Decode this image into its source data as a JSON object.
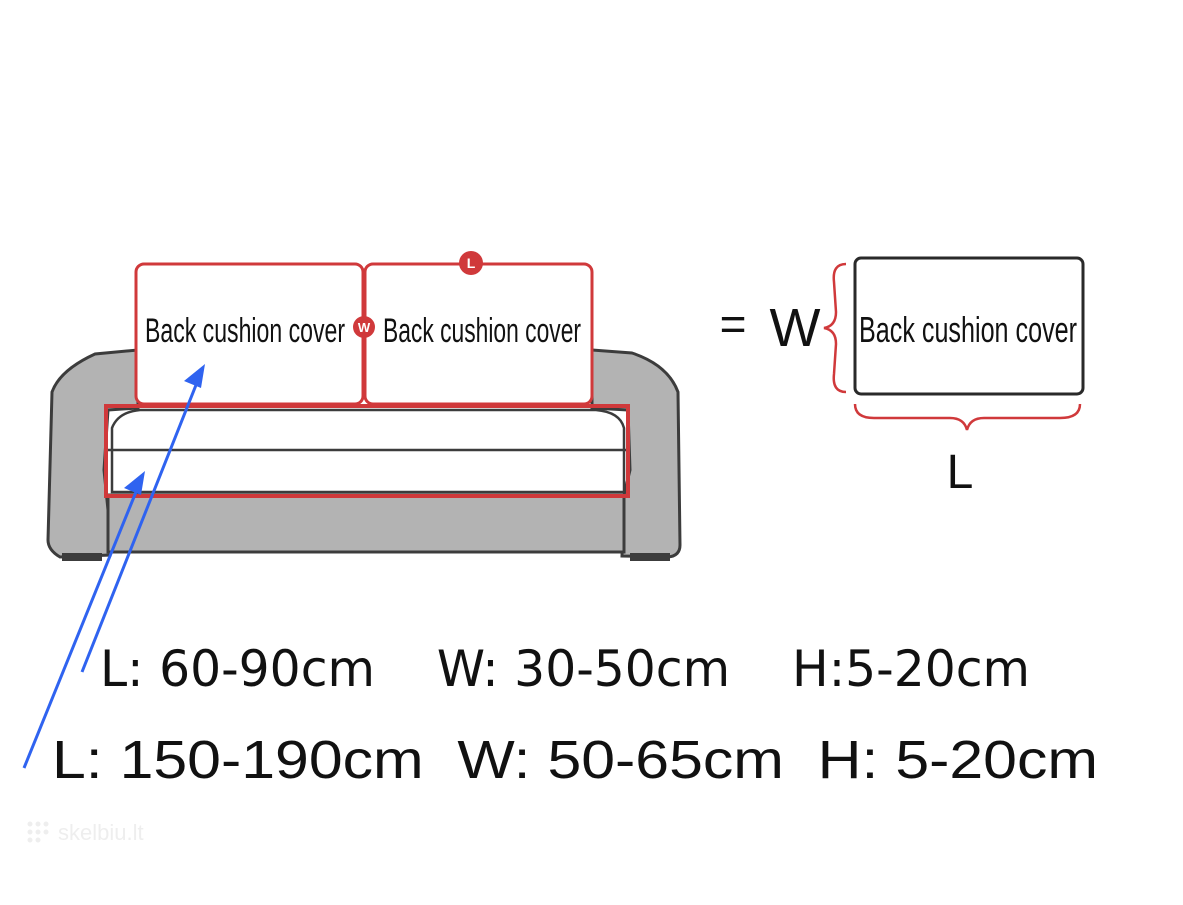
{
  "diagram": {
    "back_cushion_left_label": "Back cushion cover",
    "back_cushion_right_label": "Back cushion cover",
    "marker_w": "W",
    "marker_l": "L",
    "equals_sign": "=",
    "detail_w_label": "W",
    "detail_cushion_label": "Back cushion cover",
    "detail_l_label": "L",
    "back_cushion_dimensions": "L: 60-90cm    W: 30-50cm    H:5-20cm",
    "seat_cushion_dimensions": "L: 150-190cm  W: 50-65cm  H: 5-20cm",
    "watermark": "skelbiu.lt"
  },
  "colors": {
    "outline_red": "#d0393b",
    "arrow_blue": "#2f63f0",
    "sofa_gray": "#b3b3b3",
    "sofa_dark": "#3c3c3c"
  }
}
